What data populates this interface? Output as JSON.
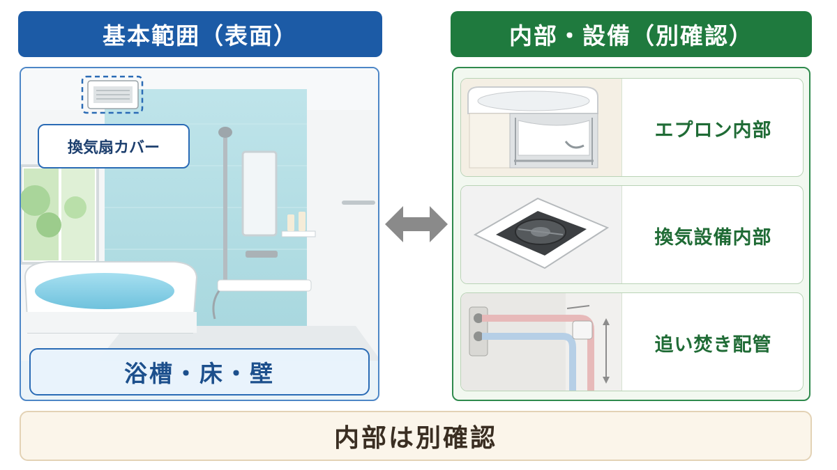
{
  "headers": {
    "left": "基本範囲（表面）",
    "right": "内部・設備（別確認）"
  },
  "left_panel": {
    "fan_cover_label": "換気扇カバー",
    "surface_label": "浴槽・床・壁"
  },
  "right_panel": {
    "items": [
      {
        "label": "エプロン内部",
        "illustration": "bathtub-apron-icon"
      },
      {
        "label": "換気設備内部",
        "illustration": "ventilation-fan-icon"
      },
      {
        "label": "追い焚き配管",
        "illustration": "reheat-piping-icon"
      }
    ]
  },
  "footer": {
    "text": "内部は別確認"
  },
  "colors": {
    "blue": "#1c5ba6",
    "green": "#1f7a3e",
    "footer_bg": "#fbf5ea",
    "arrow": "#8a8a8a"
  }
}
